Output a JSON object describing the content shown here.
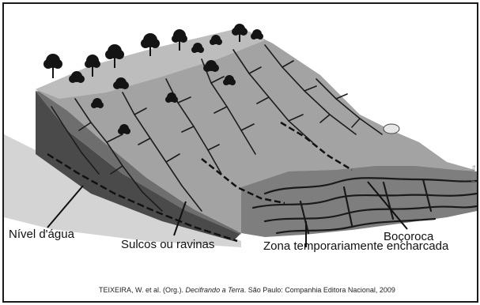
{
  "labels": {
    "nivel_agua": "Nível d'água",
    "sulcos": "Sulcos ou ravinas",
    "zona": "Zona temporariamente encharcada",
    "bocoroca": "Boçoroca"
  },
  "side_credit": "Luiz Ferreira",
  "citation": {
    "prefix": "TEIXEIRA, W. et al. (Org.).",
    "title": "Decifrando a Terra",
    "suffix": ". São Paulo: Companhia Editora Nacional, 2009"
  },
  "colors": {
    "grass": "#a3a3a3",
    "soil_dark": "#4a4a4a",
    "ground_light": "#cfcfcf",
    "channels": "#1c1c1c",
    "trees": "#141414"
  }
}
